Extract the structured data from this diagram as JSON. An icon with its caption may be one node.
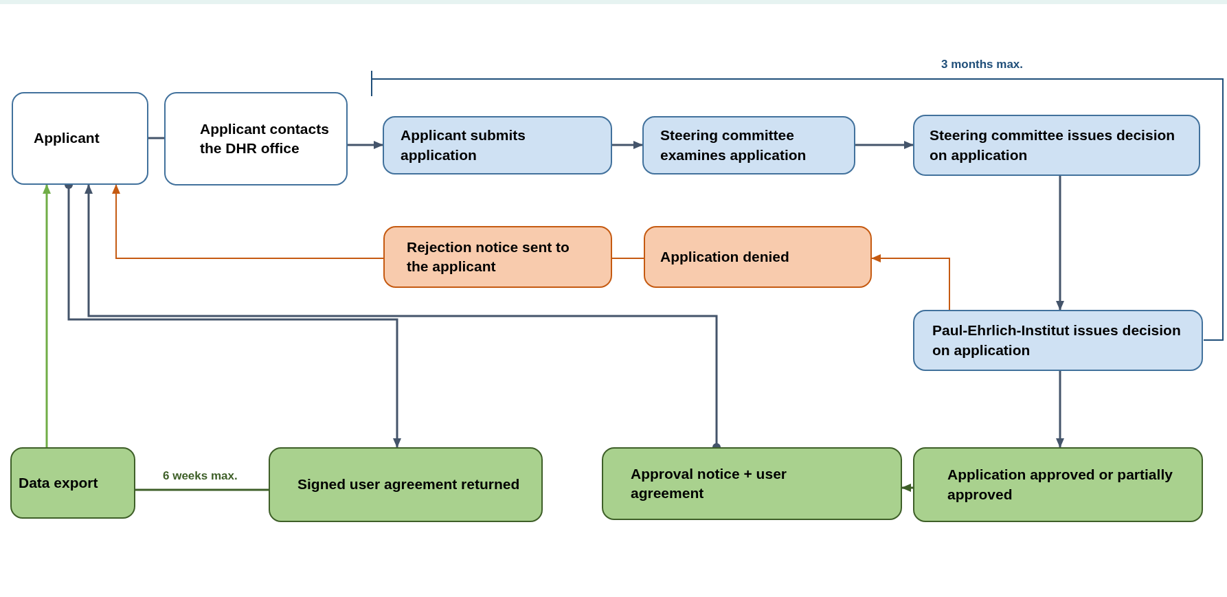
{
  "diagram": {
    "nodes": [
      {
        "text": [
          "Applicant"
        ]
      },
      {
        "text": [
          "Applicant contacts the DHR office"
        ]
      },
      {
        "text": [
          "Applicant submits application"
        ]
      },
      {
        "text": [
          "Steering committee examines application"
        ]
      },
      {
        "text": [
          "Steering committee issues decision on application"
        ]
      },
      {
        "text": [
          "Rejection notice sent to the applicant"
        ]
      },
      {
        "text": [
          "Application denied"
        ]
      },
      {
        "text": [
          "Paul-Ehrlich-Institut issues decision on application"
        ]
      },
      {
        "text": [
          "Data export"
        ]
      },
      {
        "text": [
          "Signed user agreement returned"
        ]
      },
      {
        "text": [
          "Approval notice + user agreement"
        ]
      },
      {
        "text": [
          "Application approved or partially approved"
        ]
      }
    ],
    "edges": [
      {
        "from": 0,
        "to": 1,
        "arrow": "none"
      },
      {
        "from": 1,
        "to": 2,
        "arrow": "to"
      },
      {
        "from": 2,
        "to": 3,
        "arrow": "to"
      },
      {
        "from": 3,
        "to": 4,
        "arrow": "to"
      },
      {
        "from": 4,
        "to": 7,
        "arrow": "to"
      },
      {
        "from": 7,
        "to": 6,
        "arrow": "to",
        "color": "#c55a11"
      },
      {
        "from": 6,
        "to": 5,
        "arrow": "none",
        "color": "#c55a11"
      },
      {
        "from": 5,
        "to": 0,
        "arrow": "to",
        "color": "#c55a11"
      },
      {
        "from": 0,
        "to": 9,
        "arrow": "to"
      },
      {
        "from": 10,
        "to": 0,
        "arrow": "to"
      },
      {
        "from": 8,
        "to": 0,
        "arrow": "to",
        "color": "#70ad47"
      },
      {
        "from": 7,
        "to": 11,
        "arrow": "to"
      },
      {
        "from": 11,
        "to": 10,
        "arrow": "to",
        "color": "#3e5f28"
      },
      {
        "from": 8,
        "to": 9,
        "arrow": "none",
        "label": "6 weeks max.",
        "color": "#3e5f28"
      }
    ],
    "labels": [
      "3 months max."
    ]
  }
}
